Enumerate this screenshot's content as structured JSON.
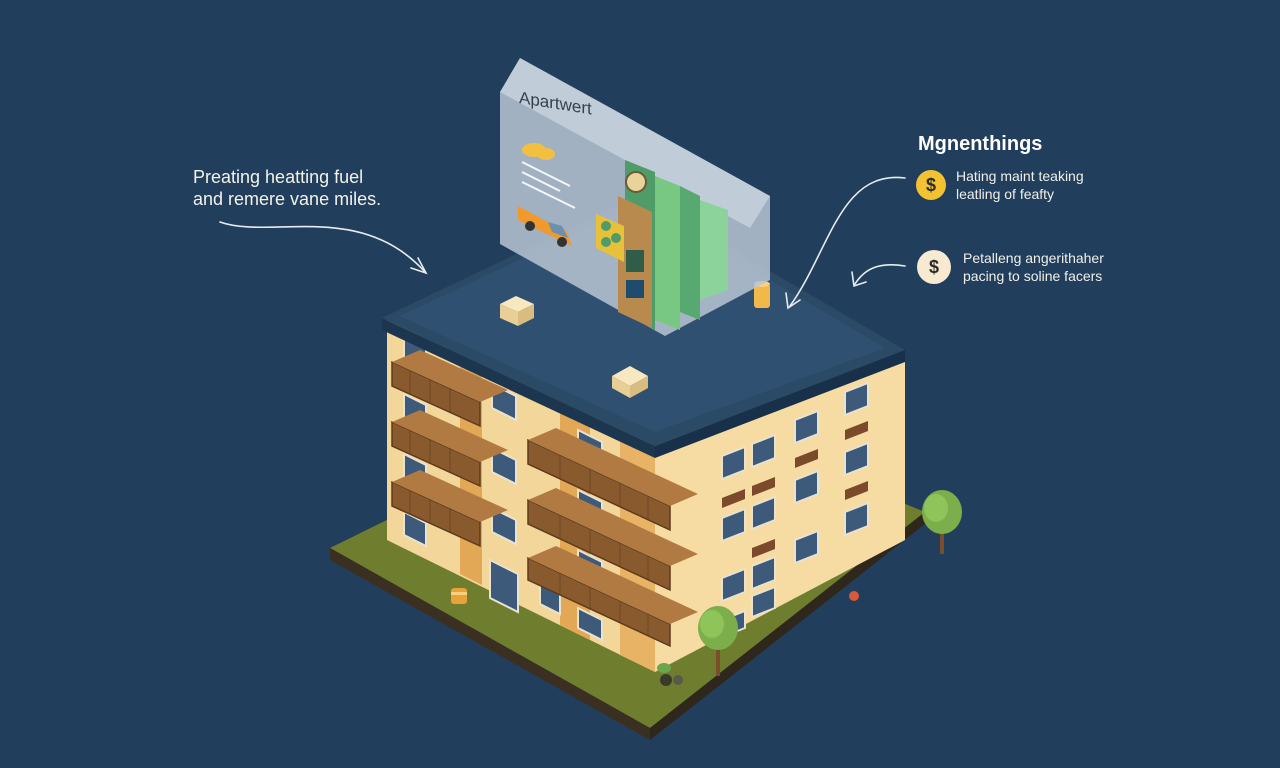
{
  "left_caption": {
    "line1": "Preating heatting fuel",
    "line2": "and remere vane miles."
  },
  "board": {
    "title": "Apartwert"
  },
  "right_panel": {
    "title": "Mgnenthings",
    "notes": [
      {
        "icon": "dollar-coin-icon",
        "line1": "Hating maint teaking",
        "line2": "leatling of feafty"
      },
      {
        "icon": "dollar-coin-icon",
        "line1": "Petalleng angerithaher",
        "line2": "pacing to soline facers"
      }
    ]
  },
  "colors": {
    "background": "#213f5c",
    "roof": "#2b4a66",
    "facade_light": "#f3d79a",
    "facade_shadow": "#e0a64e",
    "balcony": "#8a5a2f",
    "grass": "#6e7d2e",
    "coin_gold": "#f2c230",
    "bars_green": "#6fba7a"
  }
}
